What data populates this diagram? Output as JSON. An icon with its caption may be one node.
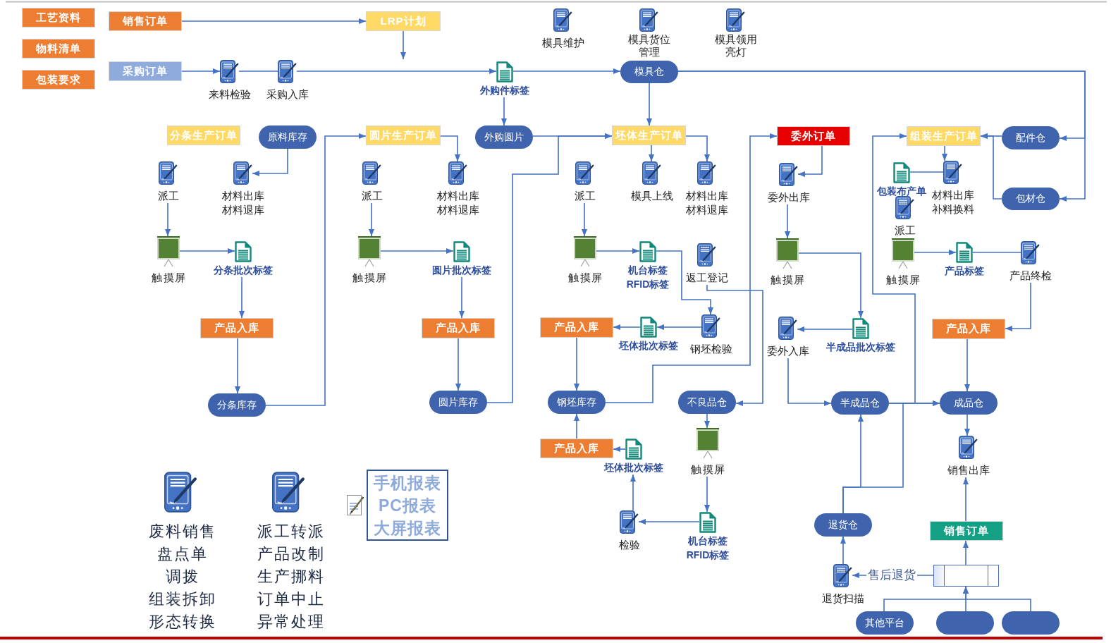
{
  "diagram": {
    "nodes": [
      {
        "text": [
          "工艺资料"
        ]
      },
      {
        "text": [
          "销售订单"
        ]
      },
      {
        "text": [
          "LRP计划"
        ]
      },
      {
        "text": [
          "模具维护"
        ]
      },
      {
        "text": [
          "模具货位管理"
        ]
      },
      {
        "text": [
          "模具领用亮灯"
        ]
      },
      {
        "text": [
          "物料清单"
        ]
      },
      {
        "text": [
          "采购订单"
        ]
      },
      {
        "text": [
          "来料检验"
        ]
      },
      {
        "text": [
          "采购入库"
        ]
      },
      {
        "text": [
          "外购件标签"
        ]
      },
      {
        "text": [
          "模具仓"
        ]
      },
      {
        "text": [
          "包装要求"
        ]
      },
      {
        "text": [
          "分条生产订单"
        ]
      },
      {
        "text": [
          "原料库存"
        ]
      },
      {
        "text": [
          "圆片生产订单"
        ]
      },
      {
        "text": [
          "外购圆片"
        ]
      },
      {
        "text": [
          "坯体生产订单"
        ]
      },
      {
        "text": [
          "委外订单"
        ]
      },
      {
        "text": [
          "组装生产订单"
        ]
      },
      {
        "text": [
          "配件仓"
        ]
      },
      {
        "text": [
          "派工"
        ]
      },
      {
        "text": [
          "材料出库",
          "材料退库"
        ]
      },
      {
        "text": [
          "派工"
        ]
      },
      {
        "text": [
          "材料出库",
          "材料退库"
        ]
      },
      {
        "text": [
          "派工"
        ]
      },
      {
        "text": [
          "模具上线"
        ]
      },
      {
        "text": [
          "材料出库",
          "材料退库"
        ]
      },
      {
        "text": [
          "委外出库"
        ]
      },
      {
        "text": [
          "包装布产单"
        ]
      },
      {
        "text": [
          "材料出库",
          "补料换料"
        ]
      },
      {
        "text": [
          "包材仓"
        ]
      },
      {
        "text": [
          "派工"
        ]
      },
      {
        "text": [
          "触摸屏"
        ]
      },
      {
        "text": [
          "分条批次标签"
        ]
      },
      {
        "text": [
          "触摸屏"
        ]
      },
      {
        "text": [
          "圆片批次标签"
        ]
      },
      {
        "text": [
          "触摸屏"
        ]
      },
      {
        "text": [
          "机台标签",
          "RFID标签"
        ]
      },
      {
        "text": [
          "返工登记"
        ]
      },
      {
        "text": [
          "触摸屏"
        ]
      },
      {
        "text": [
          "触摸屏"
        ]
      },
      {
        "text": [
          "产品标签"
        ]
      },
      {
        "text": [
          "产品终检"
        ]
      },
      {
        "text": [
          "产品入库"
        ]
      },
      {
        "text": [
          "产品入库"
        ]
      },
      {
        "text": [
          "产品入库"
        ]
      },
      {
        "text": [
          "坯体批次标签"
        ]
      },
      {
        "text": [
          "钢坯检验"
        ]
      },
      {
        "text": [
          "委外入库"
        ]
      },
      {
        "text": [
          "半成品批次标签"
        ]
      },
      {
        "text": [
          "产品入库"
        ]
      },
      {
        "text": [
          "分条库存"
        ]
      },
      {
        "text": [
          "圆片库存"
        ]
      },
      {
        "text": [
          "钢坯库存"
        ]
      },
      {
        "text": [
          "不良品仓"
        ]
      },
      {
        "text": [
          "半成品仓"
        ]
      },
      {
        "text": [
          "成品仓"
        ]
      },
      {
        "text": [
          "产品入库"
        ]
      },
      {
        "text": [
          "坯体批次标签"
        ]
      },
      {
        "text": [
          "触摸屏"
        ]
      },
      {
        "text": [
          "销售出库"
        ]
      },
      {
        "text": [
          "手机报表",
          "PC报表",
          "大屏报表"
        ]
      },
      {
        "text": [
          "退货仓"
        ]
      },
      {
        "text": [
          "检验"
        ]
      },
      {
        "text": [
          "机台标签",
          "RFID标签"
        ]
      },
      {
        "text": [
          "销售订单"
        ]
      },
      {
        "text": [],
        "shape": "box"
      },
      {
        "text": [
          "退货扫描"
        ]
      },
      {
        "text": [
          "其他平台"
        ]
      },
      {
        "text": [],
        "shape": "box"
      },
      {
        "text": [],
        "shape": "box"
      }
    ],
    "edges": [
      {
        "from": 1,
        "to": 2,
        "arrow": "to"
      },
      {
        "from": 2,
        "to": null,
        "arrow": "to"
      },
      {
        "from": 7,
        "to": 8,
        "arrow": "to"
      },
      {
        "from": 8,
        "to": 9,
        "arrow": "none"
      },
      {
        "from": 9,
        "to": 10,
        "arrow": "to"
      },
      {
        "from": 10,
        "to": 11,
        "arrow": "to"
      },
      {
        "from": 10,
        "to": 16,
        "arrow": "to"
      },
      {
        "from": 11,
        "to": 17,
        "arrow": "to"
      },
      {
        "from": 11,
        "to": 20,
        "arrow": "to"
      },
      {
        "from": 11,
        "to": 31,
        "arrow": "to"
      },
      {
        "from": 20,
        "to": 19,
        "arrow": "to"
      },
      {
        "from": 31,
        "to": 19,
        "arrow": "to"
      },
      {
        "from": 19,
        "to": 30,
        "arrow": "to"
      },
      {
        "from": 29,
        "to": 30,
        "arrow": "none"
      },
      {
        "from": 41,
        "to": 42,
        "arrow": "to"
      },
      {
        "from": 42,
        "to": 43,
        "arrow": "none"
      },
      {
        "from": 43,
        "to": 51,
        "arrow": "to"
      },
      {
        "from": 51,
        "to": 57,
        "arrow": "to"
      },
      {
        "from": 57,
        "to": 61,
        "arrow": "to"
      },
      {
        "from": 66,
        "to": 61,
        "arrow": "to"
      },
      {
        "from": 67,
        "to": 66,
        "arrow": "to"
      },
      {
        "from": 67,
        "to": 68,
        "arrow": "to",
        "label": "售后退货"
      },
      {
        "from": 69,
        "to": 67,
        "arrow": "to"
      },
      {
        "from": 70,
        "to": 67,
        "arrow": "to"
      },
      {
        "from": 71,
        "to": 67,
        "arrow": "to"
      },
      {
        "from": 68,
        "to": 63,
        "arrow": "to"
      },
      {
        "from": 63,
        "to": 56,
        "arrow": "to"
      },
      {
        "from": 63,
        "to": 57,
        "arrow": "to"
      },
      {
        "from": 56,
        "to": 57,
        "arrow": "to"
      },
      {
        "from": 56,
        "to": 19,
        "arrow": "to"
      },
      {
        "from": 18,
        "to": 28,
        "arrow": "to"
      },
      {
        "from": 28,
        "to": 40,
        "arrow": "to"
      },
      {
        "from": 40,
        "to": 50,
        "arrow": "to"
      },
      {
        "from": 50,
        "to": 49,
        "arrow": "to"
      },
      {
        "from": 49,
        "to": 56,
        "arrow": "to"
      },
      {
        "from": 54,
        "to": 18,
        "arrow": "to"
      },
      {
        "from": 39,
        "to": 55,
        "arrow": "to"
      },
      {
        "from": 38,
        "to": 48,
        "arrow": "to"
      },
      {
        "from": 48,
        "to": 47,
        "arrow": "to"
      },
      {
        "from": 47,
        "to": 46,
        "arrow": "to"
      },
      {
        "from": 46,
        "to": 54,
        "arrow": "to"
      },
      {
        "from": 58,
        "to": 54,
        "arrow": "to"
      },
      {
        "from": 59,
        "to": 58,
        "arrow": "to"
      },
      {
        "from": 64,
        "to": 59,
        "arrow": "to"
      },
      {
        "from": 65,
        "to": 64,
        "arrow": "to"
      },
      {
        "from": 55,
        "to": 60,
        "arrow": "to"
      },
      {
        "from": 60,
        "to": 65,
        "arrow": "to"
      },
      {
        "from": 17,
        "to": 26,
        "arrow": "to"
      },
      {
        "from": 17,
        "to": 27,
        "arrow": "to"
      },
      {
        "from": 25,
        "to": 37,
        "arrow": "to"
      },
      {
        "from": 37,
        "to": 38,
        "arrow": "to"
      },
      {
        "from": 16,
        "to": 17,
        "arrow": "to"
      },
      {
        "from": 53,
        "to": 17,
        "arrow": "to"
      },
      {
        "from": 15,
        "to": 24,
        "arrow": "to"
      },
      {
        "from": 23,
        "to": 35,
        "arrow": "to"
      },
      {
        "from": 35,
        "to": 36,
        "arrow": "to"
      },
      {
        "from": 36,
        "to": 45,
        "arrow": "to"
      },
      {
        "from": 45,
        "to": 53,
        "arrow": "to"
      },
      {
        "from": 52,
        "to": 15,
        "arrow": "to"
      },
      {
        "from": 14,
        "to": 22,
        "arrow": "to"
      },
      {
        "from": 21,
        "to": 33,
        "arrow": "to"
      },
      {
        "from": 33,
        "to": 34,
        "arrow": "to"
      },
      {
        "from": 34,
        "to": 44,
        "arrow": "to"
      },
      {
        "from": 44,
        "to": 52,
        "arrow": "to"
      }
    ],
    "labels": [
      "废料销售",
      "盘点单",
      "调拨",
      "组装拆卸",
      "形态转换",
      "派工转派",
      "产品改制",
      "生产挪料",
      "订单中止",
      "异常处理"
    ]
  }
}
